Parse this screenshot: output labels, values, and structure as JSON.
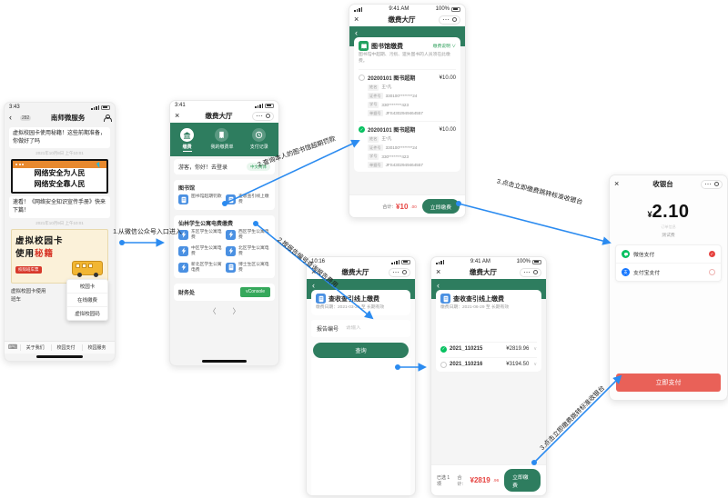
{
  "colors": {
    "wechat_header_green": "#2e7d5f",
    "bright_green": "#07c160",
    "arrow_blue": "#2b8bf0",
    "price_red": "#e64340",
    "pay_button_red": "#e96158",
    "service_icon_blue": "#4a90e2",
    "alipay_blue": "#1677ff"
  },
  "icons": {
    "close": "×",
    "more": "⋯",
    "back": "‹",
    "chevron_down": "∨",
    "pager_prev": "〈",
    "pager_next": "〉",
    "check": "✓",
    "keyboard": "⌨"
  },
  "annotations": {
    "step1": "1.从微信公众号入口进入",
    "step2_library": "2.查询本人的图书馆超期罚款",
    "step2_report": "2.按报告编号查询报告费用",
    "step3_library": "3.点击立即缴费跳转标准收银台",
    "step3_report": "3.点击立即缴费跳转标准收银台"
  },
  "phone1": {
    "status_time": "3:43",
    "nav": {
      "badge": "282",
      "title": "南师微服务"
    },
    "msg1": "虚拟校园卡使用秘籍！这些前期准备，你做好了吗",
    "timestamp1": "2021年10月8日 上午10:01",
    "poster1": {
      "line1": "网络安全为人民",
      "line2": "网络安全靠人民"
    },
    "msg2": "速看！《网络安全知识宣传手册》快来下篇！",
    "timestamp2": "2021年10月9日 上午10:01",
    "poster2": {
      "title": "虚拟校园卡",
      "subtitle": "使用",
      "subtitle_hl": "秘籍",
      "tag": "校际班车票"
    },
    "popup_menu": [
      "校园卡",
      "在线缴费",
      "虚拟校园码"
    ],
    "link1": "虚拟校园卡使用",
    "link2": "班车",
    "link3": "卡全校际",
    "footer_tabs": [
      "关于我们",
      "校园支付",
      "校园服务"
    ]
  },
  "phone2": {
    "status_time": "3:41",
    "nav_title": "缴费大厅",
    "tabs": [
      {
        "label": "缴费"
      },
      {
        "label": "我的缴费单"
      },
      {
        "label": "支付记录"
      }
    ],
    "greeting": "游客，你好！去登录",
    "lang_pill": "中文简体",
    "library_section": {
      "title": "图书馆",
      "items": [
        "图书馆超期罚款",
        "查收查引线上缴费"
      ]
    },
    "dorm_section": {
      "title": "仙林学生公寓电费缴费",
      "items": [
        "东区学生公寓电费",
        "西区学生公寓电费",
        "中区学生公寓电费",
        "北区学生公寓电费",
        "新北区学生公寓电费",
        "博士生区公寓电费"
      ]
    },
    "finance_section": {
      "title": "财务处",
      "button": "vConsole"
    }
  },
  "phone3": {
    "status_time": "9:41 AM",
    "battery": "100%",
    "nav_title": "缴费大厅",
    "card": {
      "title": "图书馆缴费",
      "link": "缴费说明 ∨",
      "desc": "图书馆中超期、污损、遗失图书的人员须在此缴费。"
    },
    "orders": [
      {
        "title": "20200101 图书超期",
        "amount": "¥10.00",
        "fields": [
          {
            "k": "姓名",
            "v": "王*凡"
          },
          {
            "k": "证件号",
            "v": "330100********24"
          },
          {
            "k": "学号",
            "v": "330********423"
          },
          {
            "k": "单据号",
            "v": "JFS4302949464557"
          }
        ]
      },
      {
        "title": "20200101 图书超期",
        "amount": "¥10.00",
        "fields": [
          {
            "k": "姓名",
            "v": "王*凡"
          },
          {
            "k": "证件号",
            "v": "330100********24"
          },
          {
            "k": "学号",
            "v": "330********423"
          },
          {
            "k": "单据号",
            "v": "JFS4302949464557"
          }
        ]
      }
    ],
    "footer": {
      "total_label": "合计:",
      "total_main": "¥10",
      "total_cents": ".00",
      "pay_button": "立即缴费"
    }
  },
  "phone4": {
    "status_time": "10:16",
    "nav_title": "缴费大厅",
    "card": {
      "title": "查收查引线上缴费",
      "desc": "缴费日期：2021-03-29 至 长期有效"
    },
    "form": {
      "label": "报告编号",
      "placeholder": "请输入"
    },
    "query_button": "查询"
  },
  "phone5": {
    "status_time": "9:41 AM",
    "battery": "100%",
    "nav_title": "缴费大厅",
    "card": {
      "title": "查收查引线上缴费",
      "desc": "缴费日期：2021-06-29 至 长期有效"
    },
    "orders": [
      {
        "title": "2021_110215",
        "amount": "¥2819.96"
      },
      {
        "title": "2021_110216",
        "amount": "¥3194.50"
      }
    ],
    "footer": {
      "selected": "已选 1 项",
      "total_label": "合计:",
      "total_main": "¥2819",
      "total_cents": ".96",
      "pay_button": "立即缴费"
    }
  },
  "phone6": {
    "nav_title": "收银台",
    "currency": "¥",
    "amount": "2.10",
    "sub1": "订单信息",
    "sub2": "测试费",
    "methods": [
      {
        "label": "微信支付"
      },
      {
        "label": "支付宝支付"
      }
    ],
    "pay_button": "立即支付"
  }
}
